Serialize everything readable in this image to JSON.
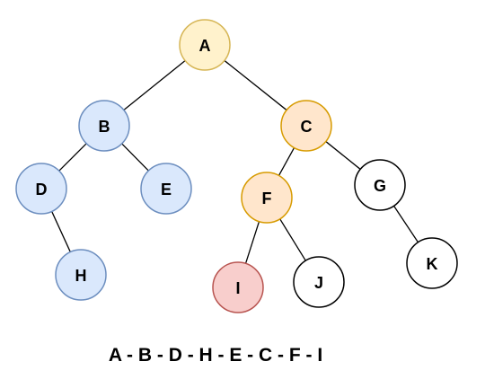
{
  "colors": {
    "visited_root_fill": "#fff2cc",
    "visited_root_stroke": "#d6b656",
    "left_subtree_fill": "#dae8fc",
    "left_subtree_stroke": "#6c8ebf",
    "path_fill": "#ffe6cc",
    "path_stroke": "#d79b00",
    "current_fill": "#f8cecc",
    "current_stroke": "#b85450",
    "unvisited_fill": "#ffffff",
    "unvisited_stroke": "#000000",
    "edge": "#000000"
  },
  "tree": {
    "nodes": [
      {
        "id": "A",
        "label": "A",
        "state": "root"
      },
      {
        "id": "B",
        "label": "B",
        "state": "left"
      },
      {
        "id": "C",
        "label": "C",
        "state": "path"
      },
      {
        "id": "D",
        "label": "D",
        "state": "left"
      },
      {
        "id": "E",
        "label": "E",
        "state": "left"
      },
      {
        "id": "F",
        "label": "F",
        "state": "path"
      },
      {
        "id": "G",
        "label": "G",
        "state": "unvisited"
      },
      {
        "id": "H",
        "label": "H",
        "state": "left"
      },
      {
        "id": "I",
        "label": "I",
        "state": "current"
      },
      {
        "id": "J",
        "label": "J",
        "state": "unvisited"
      },
      {
        "id": "K",
        "label": "K",
        "state": "unvisited"
      }
    ],
    "edges": [
      [
        "A",
        "B"
      ],
      [
        "A",
        "C"
      ],
      [
        "B",
        "D"
      ],
      [
        "B",
        "E"
      ],
      [
        "D",
        "H"
      ],
      [
        "C",
        "F"
      ],
      [
        "C",
        "G"
      ],
      [
        "F",
        "I"
      ],
      [
        "F",
        "J"
      ],
      [
        "G",
        "K"
      ]
    ]
  },
  "traversal": {
    "sequence": "A - B - D - H - E - C - F - I"
  }
}
